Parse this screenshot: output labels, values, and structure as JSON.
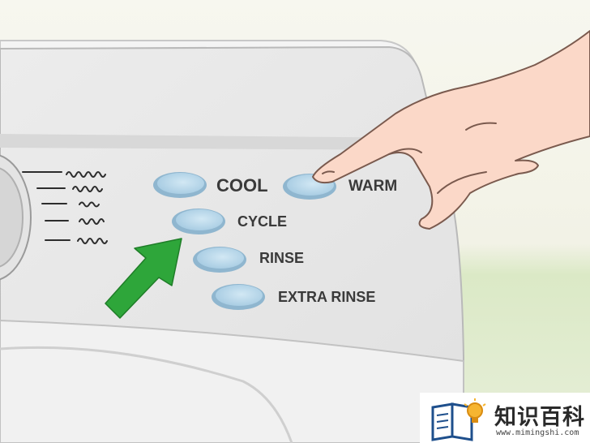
{
  "panel": {
    "buttons": [
      {
        "label": "COOL"
      },
      {
        "label": "WARM"
      },
      {
        "label": "CYCLE"
      },
      {
        "label": "RINSE"
      },
      {
        "label": "EXTRA RINSE"
      }
    ]
  },
  "watermark": {
    "title": "知识百科",
    "url": "www.mimingshi.com"
  },
  "colors": {
    "button_fill": "#a9cfe6",
    "arrow": "#2ea63a",
    "panel": "#e6e6e6",
    "skin": "#fbd8c8"
  }
}
